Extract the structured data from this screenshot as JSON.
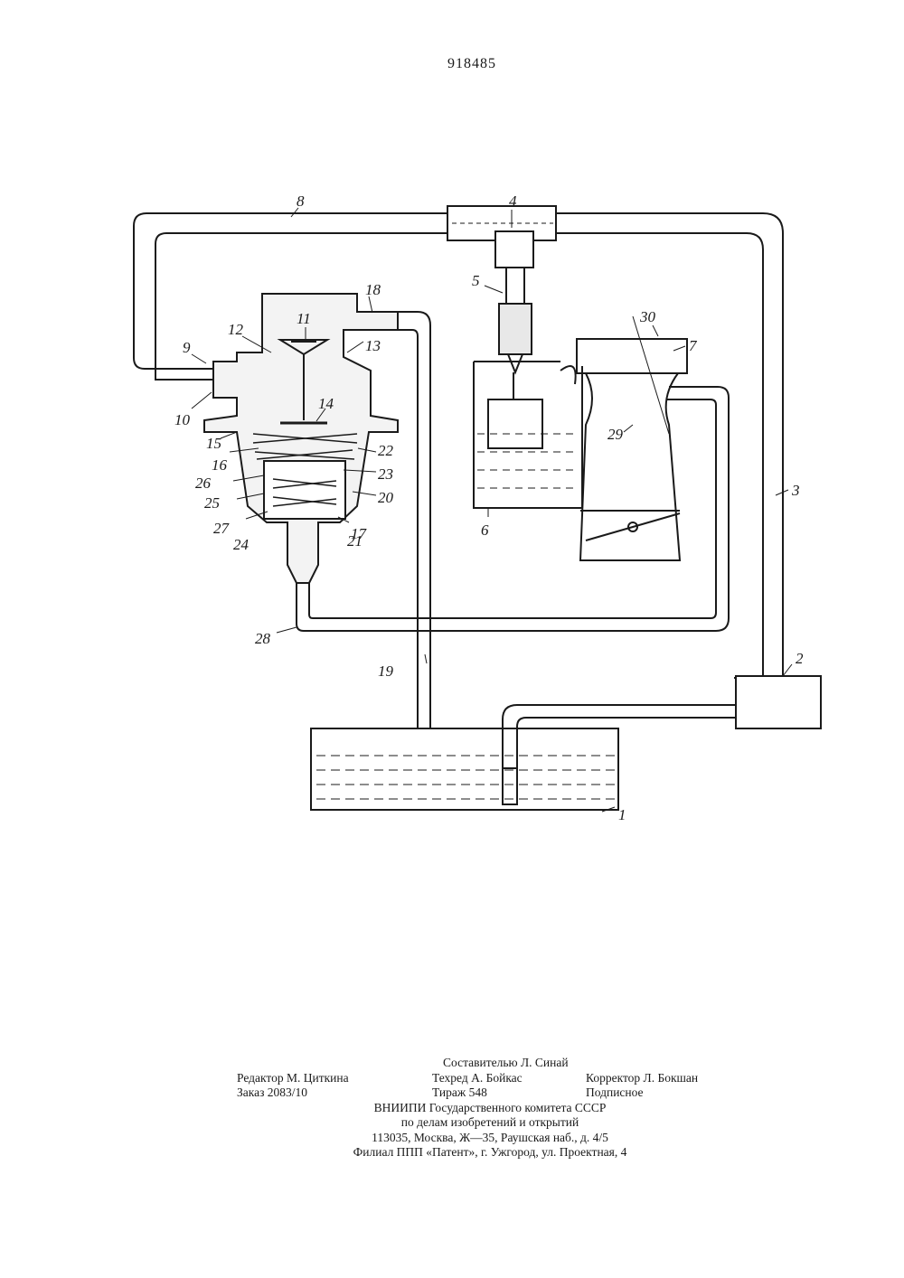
{
  "document": {
    "patent_number": "918485",
    "figure_labels": {
      "l1": "1",
      "l2": "2",
      "l3": "3",
      "l4": "4",
      "l5": "5",
      "l6": "6",
      "l7": "7",
      "l8": "8",
      "l9": "9",
      "l10": "10",
      "l11": "11",
      "l12": "12",
      "l13": "13",
      "l14": "14",
      "l15": "15",
      "l16": "16",
      "l17": "17",
      "l18": "18",
      "l19": "19",
      "l20": "20",
      "l21": "21",
      "l22": "22",
      "l23": "23",
      "l24": "24",
      "l25": "25",
      "l26": "26",
      "l27": "27",
      "l28": "28",
      "l29": "29",
      "l30": "30"
    },
    "colophon": {
      "compiler": "Составителью Л. Синай",
      "editor": "Редактор М. Циткина",
      "tech_editor": "Техред А. Бойкас",
      "proofreader": "Корректор Л. Бокшан",
      "order": "Заказ 2083/10",
      "circulation": "Тираж 548",
      "subscription": "Подписное",
      "org_line1": "ВНИИПИ Государственного комитета СССР",
      "org_line2": "по делам изобретений и открытий",
      "address": "113035, Москва, Ж—35, Раушская наб., д. 4/5",
      "branch": "Филиал ППП «Патент», г. Ужгород, ул. Проектная, 4"
    }
  }
}
